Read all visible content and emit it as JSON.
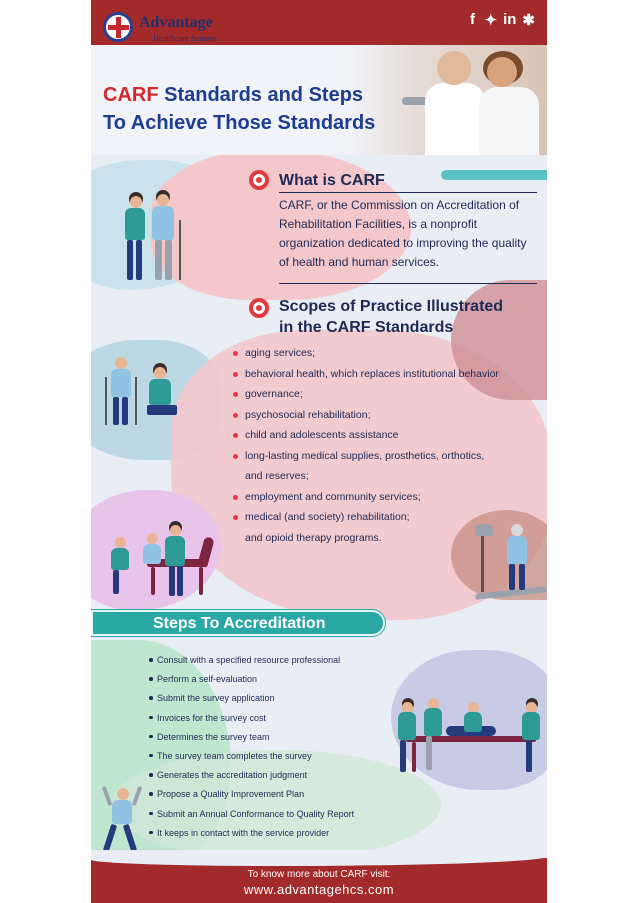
{
  "brand": {
    "name": "Advantage",
    "tagline": "Healthcare Systems",
    "social_icons": [
      "facebook-icon",
      "twitter-icon",
      "linkedin-icon",
      "yelp-icon"
    ],
    "social_glyphs": [
      "f",
      "✦",
      "in",
      "✱"
    ]
  },
  "hero": {
    "title_accent": "CARF",
    "title_rest_1": " Standards and Steps",
    "title_line_2": "To Achieve Those Standards"
  },
  "what_is": {
    "heading": "What is CARF",
    "body": "CARF, or the Commission on Accreditation of Rehabilitation Facilities, is a nonprofit organization dedicated to improving the quality of health and human services."
  },
  "scopes": {
    "heading_line_1": "Scopes of Practice Illustrated",
    "heading_line_2": "in the CARF Standards",
    "items": [
      {
        "text": "aging services;",
        "bullet": true
      },
      {
        "text": "behavioral health, which replaces institutional behavior",
        "bullet": true
      },
      {
        "text": "governance;",
        "bullet": true
      },
      {
        "text": "psychosocial rehabilitation;",
        "bullet": true
      },
      {
        "text": "child and adolescents assistance",
        "bullet": true
      },
      {
        "text": "long-lasting medical supplies, prosthetics, orthotics,",
        "bullet": true
      },
      {
        "text": "and reserves;",
        "bullet": false
      },
      {
        "text": "employment and community services;",
        "bullet": true
      },
      {
        "text": "medical (and society) rehabilitation;",
        "bullet": true
      },
      {
        "text": "and opioid therapy programs.",
        "bullet": false
      }
    ]
  },
  "steps": {
    "heading": "Steps To Accreditation",
    "items": [
      "Consult with a specified resource professional",
      "Perform a self-evaluation",
      "Submit the survey application",
      "Invoices for the survey cost",
      "Determines the survey team",
      "The survey team completes the survey",
      "Generates the accreditation judgment",
      "Propose a Quality Improvement Plan",
      "Submit an Annual Conformance to Quality Report",
      "It keeps in contact with the service provider"
    ]
  },
  "footer": {
    "line_1": "To know more about CARF visit:",
    "url": "www.advantagehcs.com"
  },
  "colors": {
    "header_red": "#a32a2a",
    "title_blue": "#1d3d8f",
    "accent_red": "#d3292d",
    "teal": "#2aa8a6",
    "text_navy": "#1e2a55"
  }
}
